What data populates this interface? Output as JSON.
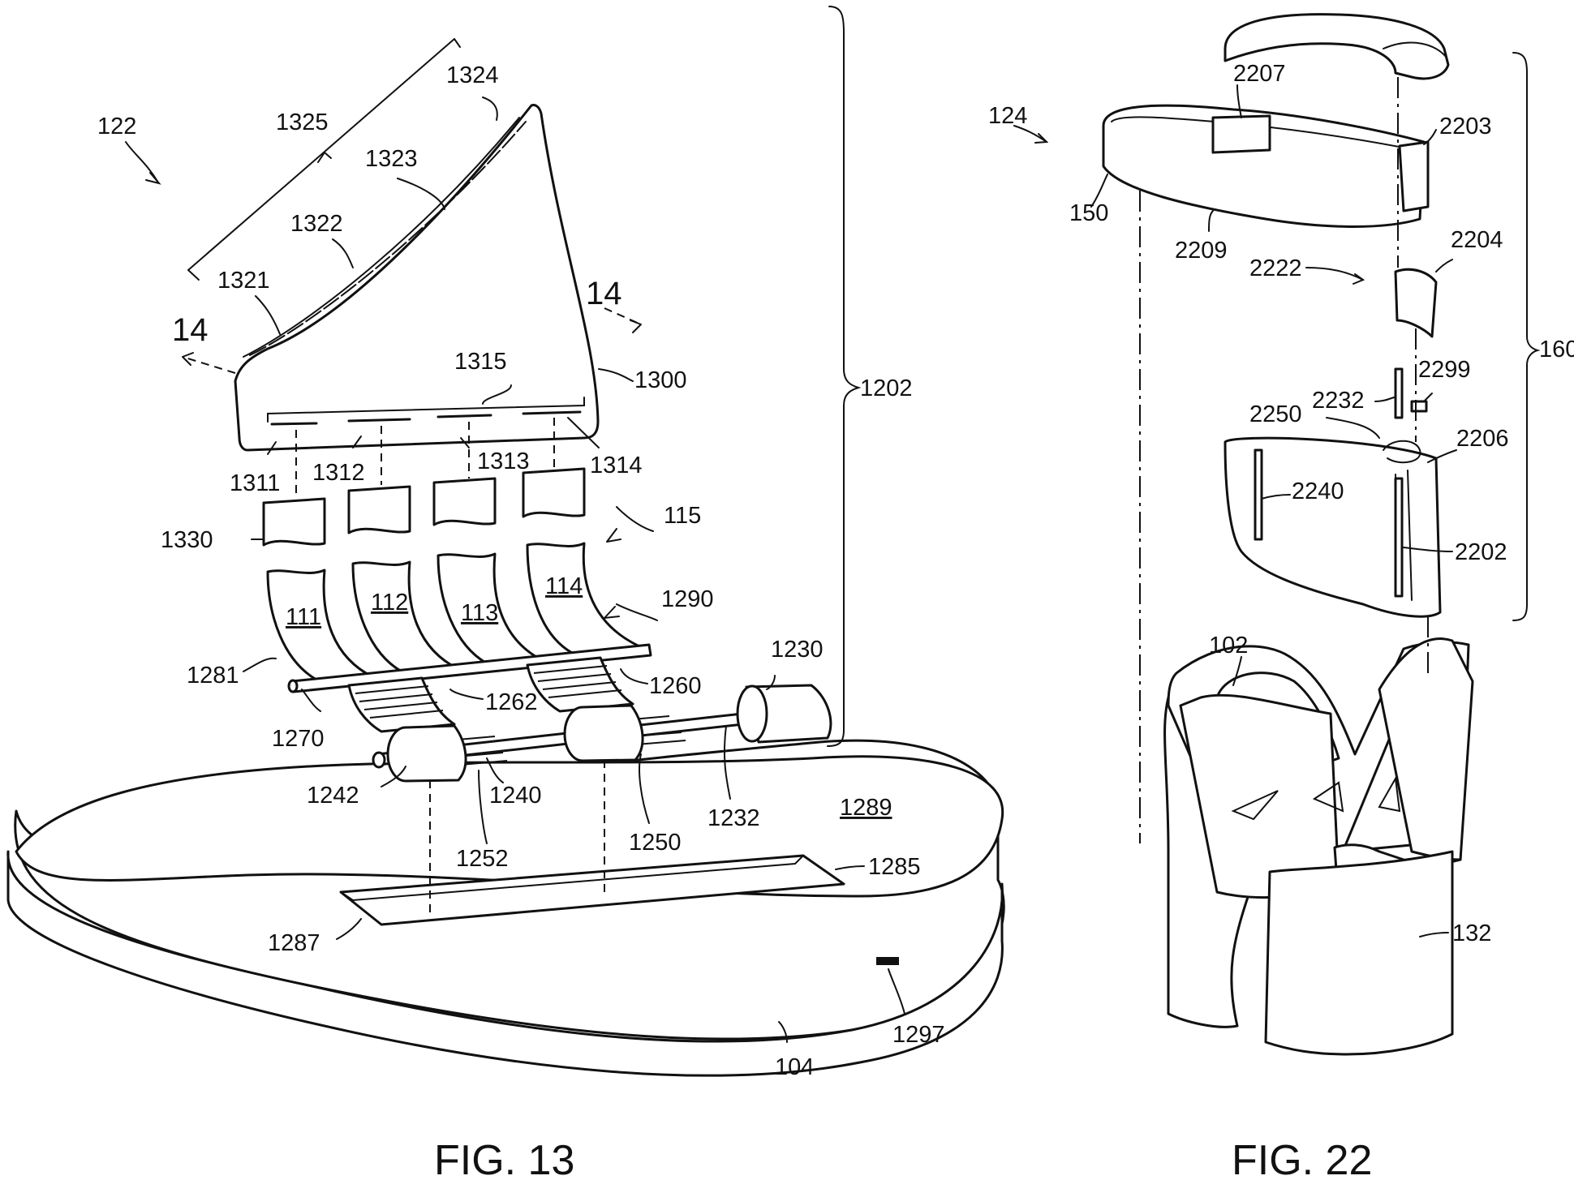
{
  "figures": [
    {
      "id": "fig13",
      "caption": "FIG. 13"
    },
    {
      "id": "fig22",
      "caption": "FIG. 22"
    }
  ],
  "fig13_labels": {
    "l122": "122",
    "l1325": "1325",
    "l1324": "1324",
    "l1323": "1323",
    "l1322": "1322",
    "l1321": "1321",
    "l14a": "14",
    "l14b": "14",
    "l1315": "1315",
    "l1300": "1300",
    "l1202": "1202",
    "l1311": "1311",
    "l1312": "1312",
    "l1313": "1313",
    "l1314": "1314",
    "l1330": "1330",
    "l115": "115",
    "l111": "111",
    "l112": "112",
    "l113": "113",
    "l114": "114",
    "l1290": "1290",
    "l1281": "1281",
    "l1260": "1260",
    "l1262": "1262",
    "l1230": "1230",
    "l1270": "1270",
    "l1242": "1242",
    "l1240": "1240",
    "l1232": "1232",
    "l1250": "1250",
    "l1289": "1289",
    "l1252": "1252",
    "l1285": "1285",
    "l1287": "1287",
    "l1297": "1297",
    "l104": "104"
  },
  "fig22_labels": {
    "l124": "124",
    "l2207": "2207",
    "l2203": "2203",
    "l150": "150",
    "l2209": "2209",
    "l2204": "2204",
    "l2222": "2222",
    "l160": "160",
    "l2299": "2299",
    "l2232": "2232",
    "l2250": "2250",
    "l2206": "2206",
    "l2240": "2240",
    "l2202": "2202",
    "l102": "102",
    "l132": "132"
  }
}
